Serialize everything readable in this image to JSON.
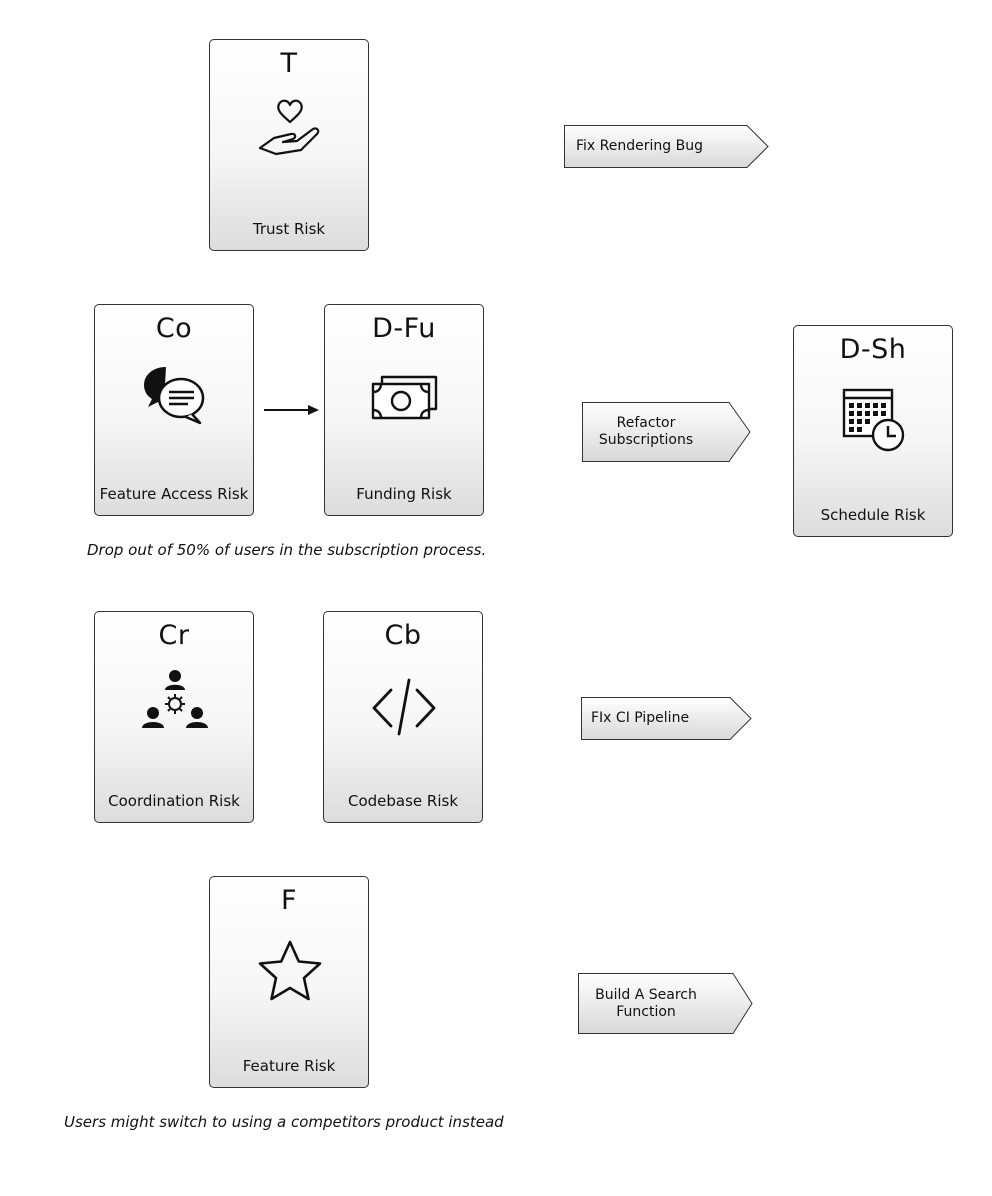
{
  "cards": {
    "trust": {
      "code": "T",
      "label": "Trust Risk",
      "icon": "hand-heart-icon"
    },
    "feature_access": {
      "code": "Co",
      "label": "Feature Access Risk",
      "icon": "chat-bubbles-icon"
    },
    "funding": {
      "code": "D-Fu",
      "label": "Funding Risk",
      "icon": "banknote-icon"
    },
    "schedule": {
      "code": "D-Sh",
      "label": "Schedule Risk",
      "icon": "calendar-clock-icon"
    },
    "coordination": {
      "code": "Cr",
      "label": "Coordination Risk",
      "icon": "team-gear-icon"
    },
    "codebase": {
      "code": "Cb",
      "label": "Codebase Risk",
      "icon": "code-brackets-icon"
    },
    "feature": {
      "code": "F",
      "label": "Feature Risk",
      "icon": "star-icon"
    }
  },
  "actions": {
    "fix_rendering": "Fix Rendering Bug",
    "refactor": "Refactor Subscriptions",
    "fix_ci": "FIx CI Pipeline",
    "build_search": "Build A Search Function"
  },
  "notes": {
    "subscription_dropout": "Drop out of 50% of users in the subscription process.",
    "competitor_switch": "Users might switch to using a competitors product instead"
  }
}
